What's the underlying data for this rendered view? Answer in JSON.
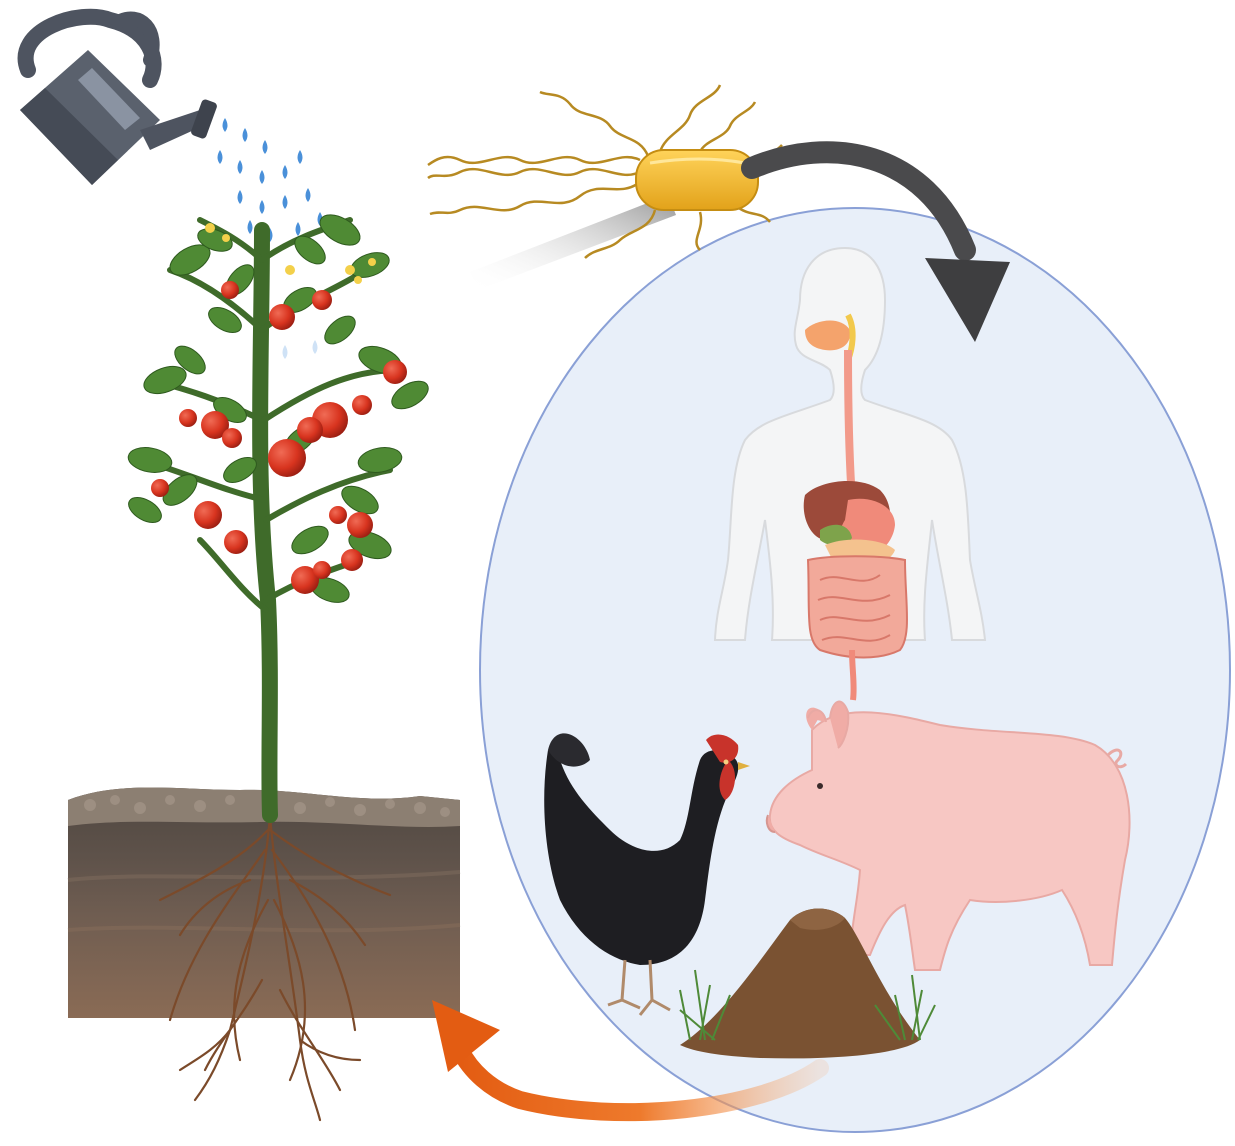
{
  "diagram": {
    "elements": [
      {
        "key": "watering_can",
        "icon": "watering-can-icon",
        "color": "#4e5460"
      },
      {
        "key": "water_drops",
        "icon": "water-drops-icon",
        "color": "#4a90d9"
      },
      {
        "key": "tomato_plant",
        "icon": "tomato-plant-icon",
        "color": "#3f6b2a"
      },
      {
        "key": "soil",
        "icon": "soil-block-icon",
        "color": "#6e5a4c"
      },
      {
        "key": "bacterium",
        "icon": "flagellated-bacterium-icon",
        "color": "#f2b52f"
      },
      {
        "key": "host_circle",
        "icon": "host-circle",
        "color": "#e7eef9"
      },
      {
        "key": "human",
        "icon": "human-digestive-tract-icon",
        "color": "#f08a7a"
      },
      {
        "key": "chicken",
        "icon": "chicken-icon",
        "color": "#1e1e22"
      },
      {
        "key": "pig",
        "icon": "pig-icon",
        "color": "#f7c7c3"
      },
      {
        "key": "manure",
        "icon": "manure-pile-icon",
        "color": "#7a5232"
      }
    ],
    "arrows": [
      {
        "key": "plant_to_bacterium",
        "icon": "grey-gradient-arrow",
        "color": "#9a9a9a"
      },
      {
        "key": "bacterium_to_hosts",
        "icon": "curved-dark-arrow-icon",
        "color": "#4a4a4c"
      },
      {
        "key": "manure_to_soil",
        "icon": "curved-orange-arrow-icon",
        "color": "#e46a1f"
      }
    ]
  }
}
